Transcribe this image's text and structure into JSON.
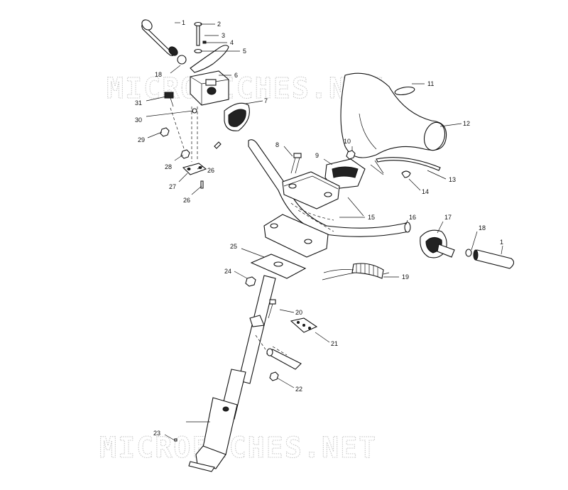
{
  "watermark": {
    "text": "MICROFICHES.NET"
  },
  "callouts": [
    {
      "id": "c1",
      "text": "1"
    },
    {
      "id": "c2",
      "text": "2"
    },
    {
      "id": "c3",
      "text": "3"
    },
    {
      "id": "c4",
      "text": "4"
    },
    {
      "id": "c5",
      "text": "5"
    },
    {
      "id": "c18a",
      "text": "18"
    },
    {
      "id": "c6",
      "text": "6"
    },
    {
      "id": "c31",
      "text": "31"
    },
    {
      "id": "c7",
      "text": "7"
    },
    {
      "id": "c30",
      "text": "30"
    },
    {
      "id": "c29",
      "text": "29"
    },
    {
      "id": "c28",
      "text": "28"
    },
    {
      "id": "c26a",
      "text": "26"
    },
    {
      "id": "c27",
      "text": "27"
    },
    {
      "id": "c26b",
      "text": "26"
    },
    {
      "id": "c11",
      "text": "11"
    },
    {
      "id": "c12",
      "text": "12"
    },
    {
      "id": "c10",
      "text": "10"
    },
    {
      "id": "c8",
      "text": "8"
    },
    {
      "id": "c9",
      "text": "9"
    },
    {
      "id": "c13",
      "text": "13"
    },
    {
      "id": "c14",
      "text": "14"
    },
    {
      "id": "c15",
      "text": "15"
    },
    {
      "id": "c16",
      "text": "16"
    },
    {
      "id": "c17",
      "text": "17"
    },
    {
      "id": "c18b",
      "text": "18"
    },
    {
      "id": "c1b",
      "text": "1"
    },
    {
      "id": "c25",
      "text": "25"
    },
    {
      "id": "c24",
      "text": "24"
    },
    {
      "id": "c19",
      "text": "19"
    },
    {
      "id": "c20",
      "text": "20"
    },
    {
      "id": "c21",
      "text": "21"
    },
    {
      "id": "c22",
      "text": "22"
    },
    {
      "id": "c23",
      "text": "23"
    }
  ]
}
